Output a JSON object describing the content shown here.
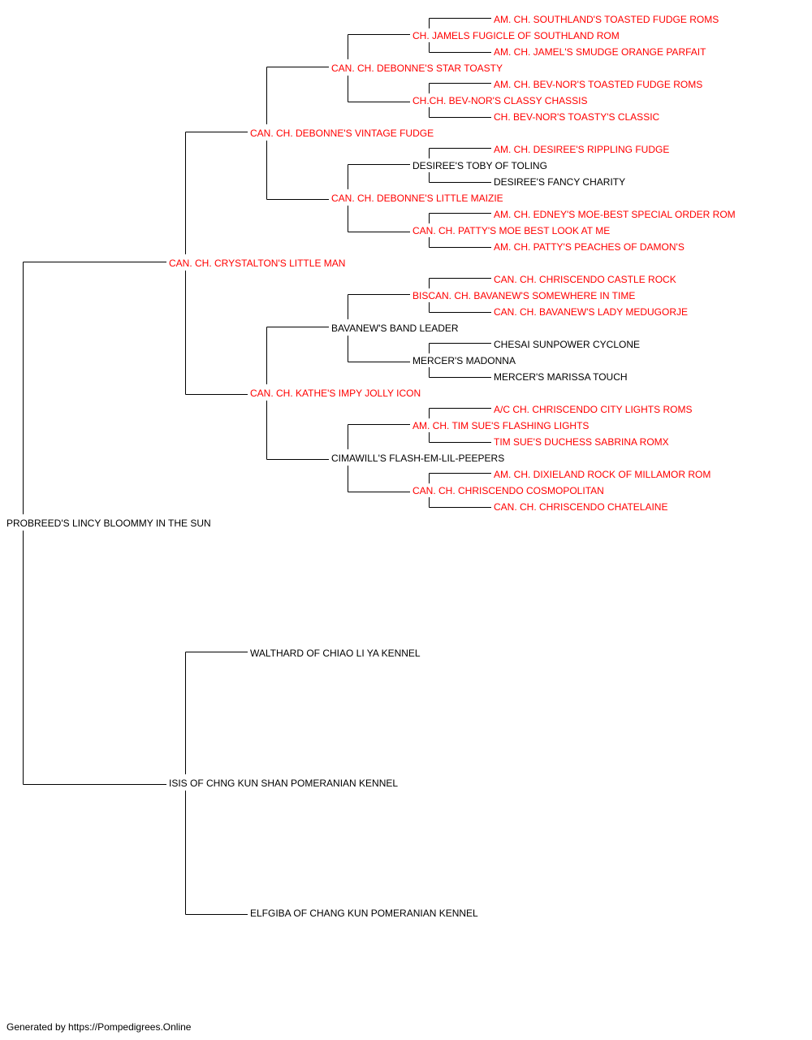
{
  "pedigree": {
    "subject": {
      "name": "PROBREED'S LINCY BLOOMMY IN THE SUN",
      "champion": false
    },
    "sire": {
      "name": "CAN. CH. CRYSTALTON'S LITTLE MAN",
      "champion": true
    },
    "dam": {
      "name": "ISIS OF CHNG KUN SHAN POMERANIAN KENNEL",
      "champion": false
    },
    "sire_sire": {
      "name": "CAN. CH. DEBONNE'S VINTAGE FUDGE",
      "champion": true
    },
    "sire_dam": {
      "name": "CAN. CH. KATHE'S IMPY JOLLY ICON",
      "champion": true
    },
    "dam_sire": {
      "name": "WALTHARD OF CHIAO LI YA KENNEL",
      "champion": false
    },
    "dam_dam": {
      "name": "ELFGIBA OF CHANG KUN POMERANIAN KENNEL",
      "champion": false
    },
    "gen3": [
      {
        "name": "CAN. CH. DEBONNE'S STAR TOASTY",
        "champion": true
      },
      {
        "name": "CAN. CH. DEBONNE'S LITTLE MAIZIE",
        "champion": true
      },
      {
        "name": "BAVANEW'S BAND LEADER",
        "champion": false
      },
      {
        "name": "CIMAWILL'S FLASH-EM-LIL-PEEPERS",
        "champion": false
      }
    ],
    "gen4": [
      {
        "name": "CH. JAMELS FUGICLE OF SOUTHLAND ROM",
        "champion": true
      },
      {
        "name": "CH.CH. BEV-NOR'S CLASSY CHASSIS",
        "champion": true
      },
      {
        "name": "DESIREE'S TOBY OF TOLING",
        "champion": false
      },
      {
        "name": "CAN. CH. PATTY'S MOE BEST LOOK AT ME",
        "champion": true
      },
      {
        "name": "BISCAN. CH. BAVANEW'S SOMEWHERE IN TIME",
        "champion": true
      },
      {
        "name": "MERCER'S MADONNA",
        "champion": false
      },
      {
        "name": "AM. CH. TIM SUE'S FLASHING LIGHTS",
        "champion": true
      },
      {
        "name": "CAN. CH. CHRISCENDO COSMOPOLITAN",
        "champion": true
      }
    ],
    "gen5": [
      {
        "name": "AM. CH. SOUTHLAND'S TOASTED FUDGE ROMS",
        "champion": true
      },
      {
        "name": "AM. CH. JAMEL'S SMUDGE ORANGE PARFAIT",
        "champion": true
      },
      {
        "name": "AM. CH. BEV-NOR'S TOASTED FUDGE ROMS",
        "champion": true
      },
      {
        "name": "CH. BEV-NOR'S TOASTY'S CLASSIC",
        "champion": true
      },
      {
        "name": "AM. CH. DESIREE'S RIPPLING FUDGE",
        "champion": true
      },
      {
        "name": "DESIREE'S FANCY CHARITY",
        "champion": false
      },
      {
        "name": "AM. CH. EDNEY'S MOE-BEST SPECIAL ORDER ROM",
        "champion": true
      },
      {
        "name": "AM. CH. PATTY'S PEACHES OF DAMON'S",
        "champion": true
      },
      {
        "name": "CAN. CH. CHRISCENDO CASTLE ROCK",
        "champion": true
      },
      {
        "name": "CAN. CH. BAVANEW'S LADY MEDUGORJE",
        "champion": true
      },
      {
        "name": "CHESAI SUNPOWER CYCLONE",
        "champion": false
      },
      {
        "name": "MERCER'S MARISSA TOUCH",
        "champion": false
      },
      {
        "name": "A/C CH. CHRISCENDO CITY LIGHTS ROMS",
        "champion": true
      },
      {
        "name": "TIM SUE'S DUCHESS SABRINA ROMX",
        "champion": true
      },
      {
        "name": "AM. CH. DIXIELAND ROCK OF MILLAMOR ROM",
        "champion": true
      },
      {
        "name": "CAN. CH. CHRISCENDO CHATELAINE",
        "champion": true
      }
    ]
  },
  "colors": {
    "champion": "#ff0000",
    "regular": "#000000",
    "connector": "#000000"
  },
  "footer": "Generated by https://Pompedigrees.Online"
}
